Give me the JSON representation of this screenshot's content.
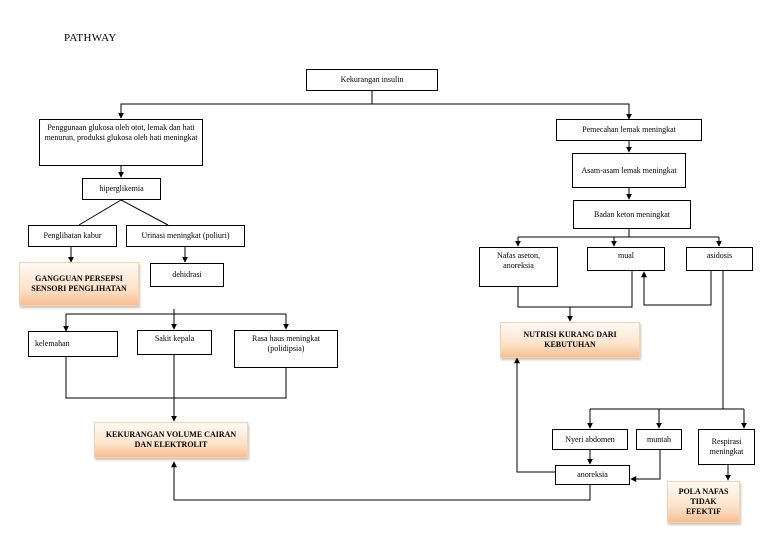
{
  "title": "PATHWAY",
  "nodes": {
    "kekurangan_insulin": "Kekurangan insulin",
    "penggunaan_glukosa": "Penggunaan glukosa oleh otot, lemak dan hati menurun, produksi glukosa oleh hati meningkat",
    "hiperglikemia": "hiperglikemia",
    "penglihatan_kabur": "Penglihatan kabur",
    "urinasi": "Urinasi meningkat (poliuri)",
    "dehidrasi": "dehidrasi",
    "kelemahan": "kelemahan",
    "sakit_kepala": "Sakit kepala",
    "rasa_haus": "Rasa haus meningkat (polidipsia)",
    "pemecahan_lemak": "Pemecahan lemak meningkat",
    "asam_lemak": "Asam-asam lemak meningkat",
    "badan_keton": "Badan keton meningkat",
    "nafas_aseton": "Nafas aseton, anoreksia",
    "mual": "mual",
    "asidosis": "asidosis",
    "nyeri_abdomen": "Nyeri abdomen",
    "muntah": "muntah",
    "respirasi": "Respirasi meningkat",
    "anoreksia": "anoreksia"
  },
  "diagnoses": {
    "gangguan_persepsi": "GANGGUAN PERSEPSI SENSORI PENGLIHATAN",
    "kekurangan_volume": "KEKURANGAN VOLUME CAIRAN DAN ELEKTROLIT",
    "nutrisi_kurang": "NUTRISI KURANG DARI KEBUTUHAN",
    "pola_nafas": "POLA NAFAS TIDAK EFEKTIF"
  },
  "colors": {
    "line": "#000000",
    "diagnosis_fill_top": "#fffaf4",
    "diagnosis_fill_bottom": "#f6bf92"
  }
}
